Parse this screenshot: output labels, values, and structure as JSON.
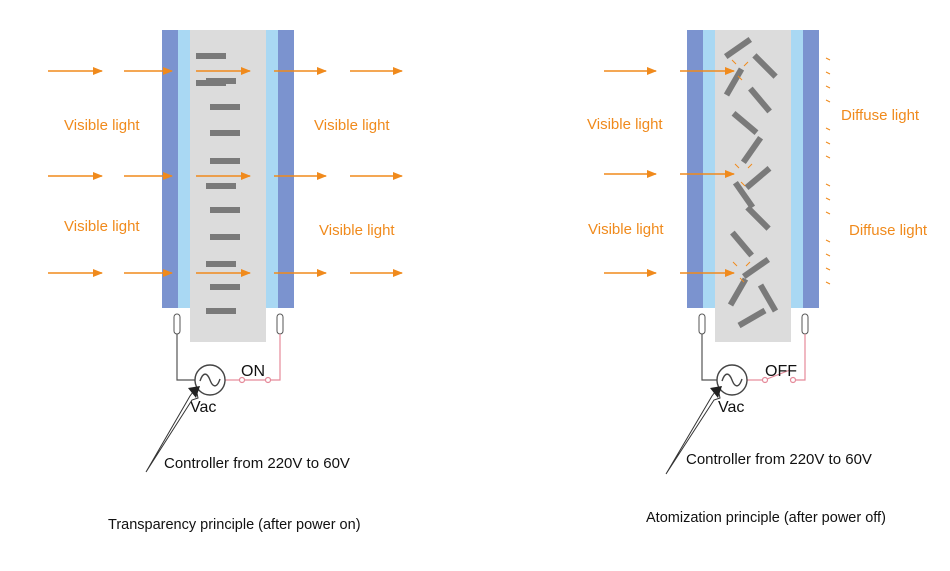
{
  "colors": {
    "glass_outer": "#7b93cf",
    "glass_inner": "#a9d8f3",
    "cell_core": "#dcdcdc",
    "crystal": "#7a7a7a",
    "arrow": "#f08a1c",
    "wire": "#e58a9a",
    "text": "#111111"
  },
  "left_panel": {
    "labels": [
      "Visible light",
      "Visible light",
      "Visible light",
      "Visible light"
    ],
    "switch_label": "ON",
    "source_label": "Vac",
    "controller_label": "Controller from 220V to 60V",
    "caption": "Transparency principle (after power on)"
  },
  "right_panel": {
    "labels_in": [
      "Visible light",
      "Visible light"
    ],
    "labels_out": [
      "Diffuse light",
      "Diffuse light"
    ],
    "switch_label": "OFF",
    "source_label": "Vac",
    "controller_label": "Controller from 220V to 60V",
    "caption": "Atomization principle (after power off)"
  }
}
